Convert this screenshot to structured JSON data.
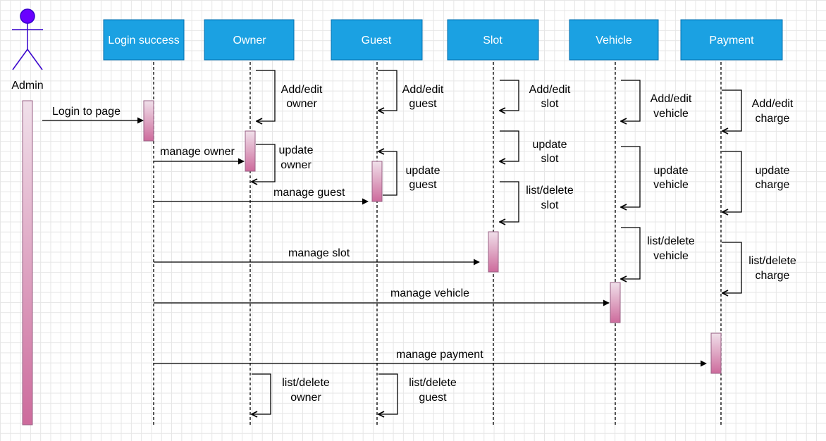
{
  "actor": {
    "label": "Admin",
    "head_color": "#6a00ff",
    "body_color": "#3700cc"
  },
  "lifelines": [
    {
      "key": "login",
      "label": "Login success"
    },
    {
      "key": "owner",
      "label": "Owner"
    },
    {
      "key": "guest",
      "label": "Guest"
    },
    {
      "key": "slot",
      "label": "Slot"
    },
    {
      "key": "vehicle",
      "label": "Vehicle"
    },
    {
      "key": "payment",
      "label": "Payment"
    }
  ],
  "messages": [
    {
      "id": "login-to-page",
      "label": "Login to page"
    },
    {
      "id": "manage-owner",
      "label": "manage owner"
    },
    {
      "id": "manage-guest",
      "label": "manage guest"
    },
    {
      "id": "manage-slot",
      "label": "manage slot"
    },
    {
      "id": "manage-vehicle",
      "label": "manage vehicle"
    },
    {
      "id": "manage-payment",
      "label": "manage payment"
    }
  ],
  "self_calls": [
    {
      "id": "owner-add",
      "lines": [
        "Add/edit",
        "owner"
      ]
    },
    {
      "id": "owner-update",
      "lines": [
        "update",
        "owner"
      ]
    },
    {
      "id": "owner-list",
      "lines": [
        "list/delete",
        "owner"
      ]
    },
    {
      "id": "guest-add",
      "lines": [
        "Add/edit",
        "guest"
      ]
    },
    {
      "id": "guest-update",
      "lines": [
        "update",
        "guest"
      ]
    },
    {
      "id": "guest-list",
      "lines": [
        "list/delete",
        "guest"
      ]
    },
    {
      "id": "slot-add",
      "lines": [
        "Add/edit",
        "slot"
      ]
    },
    {
      "id": "slot-update",
      "lines": [
        "update",
        "slot"
      ]
    },
    {
      "id": "slot-list",
      "lines": [
        "list/delete",
        "slot"
      ]
    },
    {
      "id": "vehicle-add",
      "lines": [
        "Add/edit",
        "vehicle"
      ]
    },
    {
      "id": "vehicle-update",
      "lines": [
        "update",
        "vehicle"
      ]
    },
    {
      "id": "vehicle-list",
      "lines": [
        "list/delete",
        "vehicle"
      ]
    },
    {
      "id": "payment-add",
      "lines": [
        "Add/edit",
        "charge"
      ]
    },
    {
      "id": "payment-update",
      "lines": [
        "update",
        "charge"
      ]
    },
    {
      "id": "payment-list",
      "lines": [
        "list/delete",
        "charge"
      ]
    }
  ],
  "colors": {
    "header_fill": "#1ba1e2",
    "header_stroke": "#006eaf",
    "activation_top": "#f0e0ea",
    "activation_bottom": "#cd6b9c",
    "activation_stroke": "#996185"
  }
}
